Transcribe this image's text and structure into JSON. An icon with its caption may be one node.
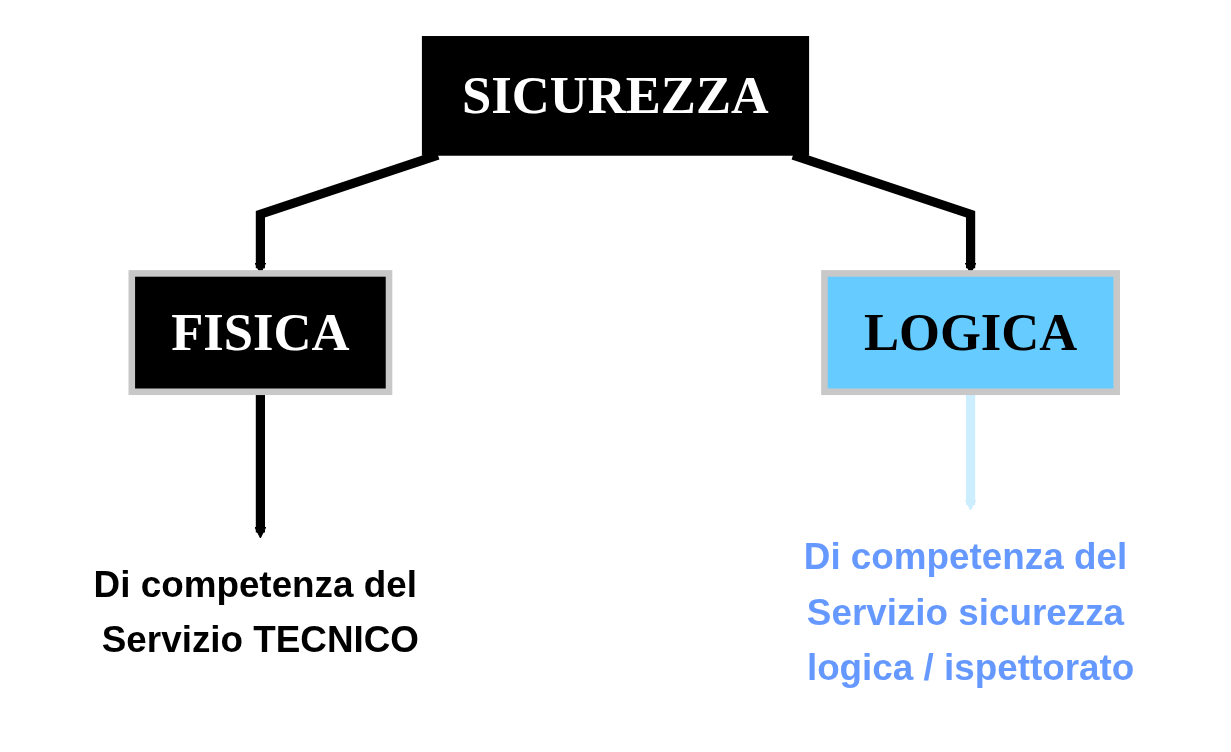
{
  "diagram": {
    "nodes": [
      {
        "text": [
          "SICUREZZA"
        ]
      },
      {
        "text": [
          "FISICA"
        ]
      },
      {
        "text": [
          "LOGICA"
        ]
      },
      {
        "text": [
          "Di competenza del Servizio TECNICO"
        ]
      },
      {
        "text": [
          "Di competenza del Servizio sicurezza logica / ispettorato"
        ]
      }
    ],
    "edges": [
      {
        "from": 0,
        "to": 1,
        "arrow": "to"
      },
      {
        "from": 0,
        "to": 2,
        "arrow": "to"
      },
      {
        "from": 1,
        "to": 3,
        "arrow": "to"
      },
      {
        "from": 2,
        "to": 4,
        "arrow": "to",
        "color": "#cceeff"
      }
    ]
  }
}
